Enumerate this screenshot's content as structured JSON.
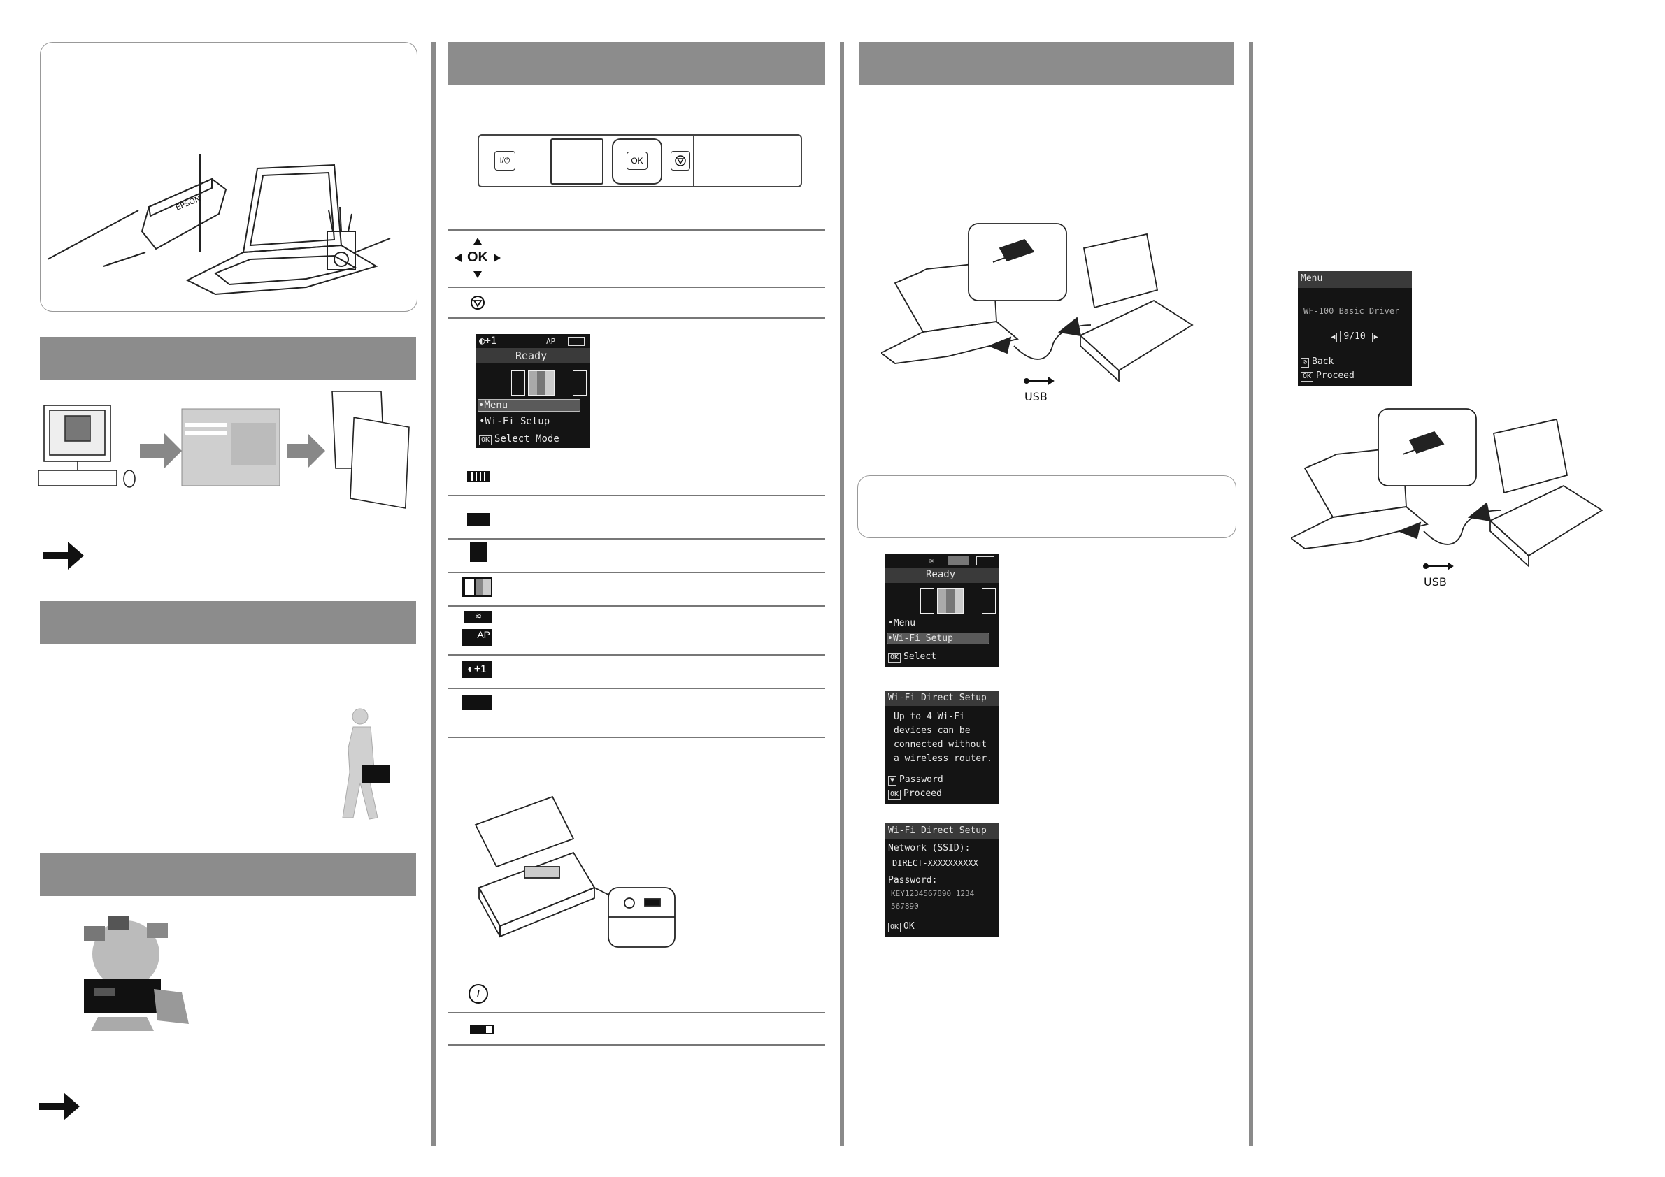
{
  "panel": {
    "power_label": "I/⏻",
    "ok_label": "OK"
  },
  "buttons": {
    "ok_label": "OK"
  },
  "lcd_ready": {
    "icons_text": "◐+1",
    "ap_text": "AP",
    "status": "Ready",
    "menu": "•Menu",
    "wifi_setup": "•Wi-Fi Setup",
    "select_mode": "Select Mode",
    "ok_key": "OK"
  },
  "icons_table": {
    "ink_plus": "◐+1",
    "ap": "AP"
  },
  "usb_label_1": "USB",
  "usb_label_2": "USB",
  "lcd_ready2": {
    "status": "Ready",
    "menu": "•Menu",
    "wifi_setup": "•Wi-Fi Setup",
    "select": "Select",
    "ok_key": "OK"
  },
  "lcd_wifi_direct": {
    "title": "Wi-Fi Direct Setup",
    "line1": "Up to 4 Wi-Fi",
    "line2": "devices can be",
    "line3": "connected without",
    "line4": "a wireless router.",
    "password": "Password",
    "proceed": "Proceed",
    "ok_key": "OK"
  },
  "lcd_wifi_direct2": {
    "title": "Wi-Fi Direct Setup",
    "network_label": "Network (SSID):",
    "ssid": "DIRECT-XXXXXXXXXX",
    "password_label": "Password:",
    "password_value": "KEY1234567890 1234",
    "password_value2": "567890",
    "ok": "OK",
    "ok_key": "OK"
  },
  "lcd_menu": {
    "title": "Menu",
    "item": "WF-100 Basic Driver",
    "page": "9/10",
    "back": "Back",
    "proceed": "Proceed",
    "ok_key": "OK"
  }
}
